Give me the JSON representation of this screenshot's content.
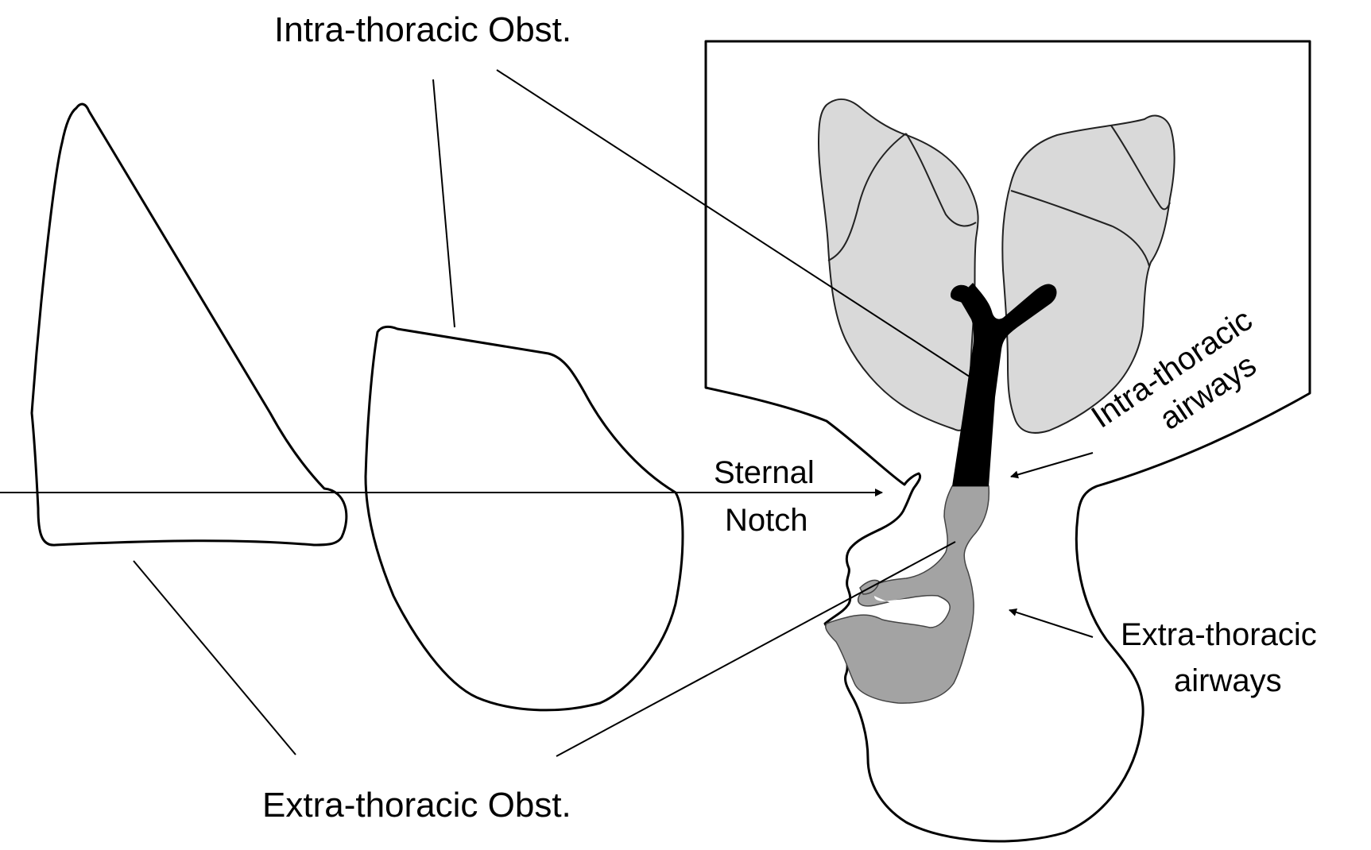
{
  "labels": {
    "intra_obst": "Intra-thoracic Obst.",
    "extra_obst": "Extra-thoracic Obst.",
    "sternal_notch_line1": "Sternal",
    "sternal_notch_line2": "Notch",
    "intra_airways_line1": "Intra-thoracic",
    "intra_airways_line2": "airways",
    "extra_airways_line1": "Extra-thoracic",
    "extra_airways_line2": "airways"
  },
  "colors": {
    "lung_fill": "#d9d9d9",
    "upper_airway_fill": "#a3a3a3",
    "trachea_fill": "#000000",
    "outline": "#000000"
  }
}
